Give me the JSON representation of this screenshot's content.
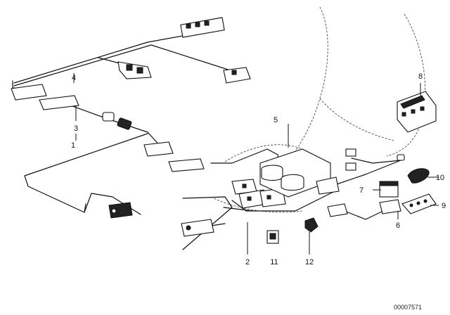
{
  "callouts": {
    "c1": "1",
    "c2": "2",
    "c3": "3",
    "c4": "4",
    "c5": "5",
    "c6": "6",
    "c7": "7",
    "c8": "8",
    "c9": "9",
    "c10": "10",
    "c11": "11",
    "c12": "12"
  },
  "document_id": "00007571"
}
